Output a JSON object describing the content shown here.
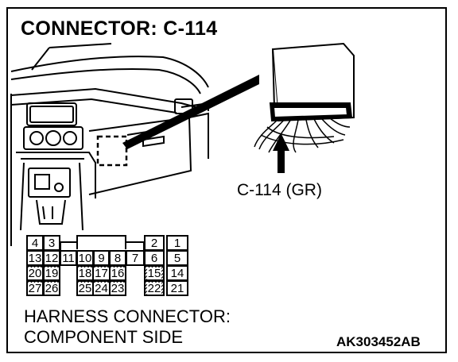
{
  "title": "CONNECTOR: C-114",
  "connector_label": "C-114 (GR)",
  "footer": {
    "line1": "HARNESS CONNECTOR:",
    "line2": "COMPONENT SIDE"
  },
  "figure_code": "AK303452AB",
  "pins": {
    "p1": "1",
    "p2": "2",
    "p3": "3",
    "p4": "4",
    "p5": "5",
    "p6": "6",
    "p7": "7",
    "p8": "8",
    "p9": "9",
    "p10": "10",
    "p11": "11",
    "p12": "12",
    "p13": "13",
    "p14": "14",
    "p15": "15",
    "p16": "16",
    "p17": "17",
    "p18": "18",
    "p19": "19",
    "p20": "20",
    "p21": "21",
    "p22": "22",
    "p23": "23",
    "p24": "24",
    "p25": "25",
    "p26": "26",
    "p27": "27"
  }
}
